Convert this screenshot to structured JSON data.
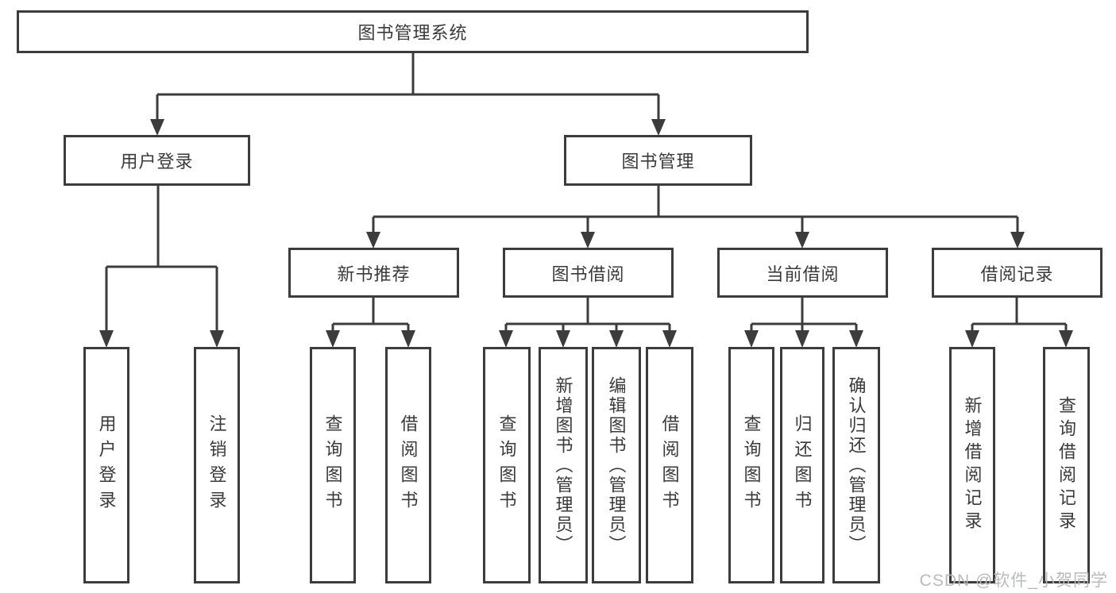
{
  "tree": {
    "label": "图书管理系统",
    "children": [
      {
        "label": "用户登录",
        "children": [
          {
            "label": "用户登录"
          },
          {
            "label": "注销登录"
          }
        ]
      },
      {
        "label": "图书管理",
        "children": [
          {
            "label": "新书推荐",
            "children": [
              {
                "label": "查询图书"
              },
              {
                "label": "借阅图书"
              }
            ]
          },
          {
            "label": "图书借阅",
            "children": [
              {
                "label": "查询图书"
              },
              {
                "label": "新增图书（管理员）"
              },
              {
                "label": "编辑图书（管理员）"
              },
              {
                "label": "借阅图书"
              }
            ]
          },
          {
            "label": "当前借阅",
            "children": [
              {
                "label": "查询图书"
              },
              {
                "label": "归还图书"
              },
              {
                "label": "确认归还（管理员）"
              }
            ]
          },
          {
            "label": "借阅记录",
            "children": [
              {
                "label": "新增借阅记录"
              },
              {
                "label": "查询借阅记录"
              }
            ]
          }
        ]
      }
    ]
  },
  "watermark": "CSDN @软件_小贺同学",
  "colors": {
    "line": "#3c3c3c",
    "text": "#3a3a3a",
    "background": "#ffffff",
    "watermark": "#b2b7bd"
  }
}
